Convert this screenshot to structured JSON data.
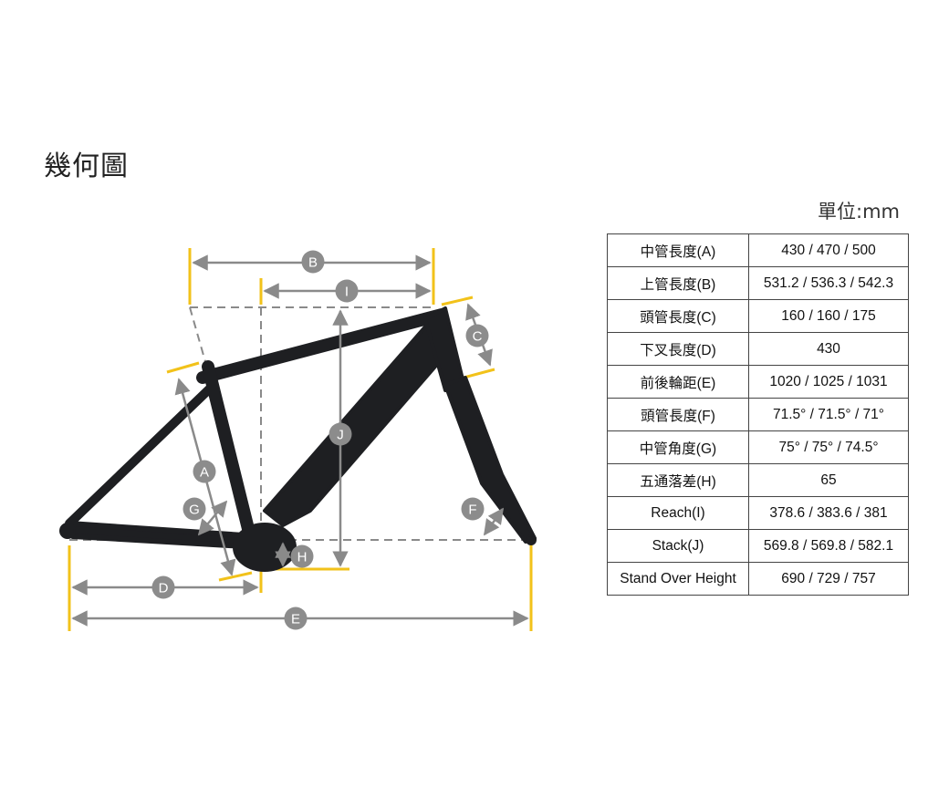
{
  "title": "幾何圖",
  "unit": "單位:mm",
  "colors": {
    "frame": "#1e1f22",
    "dimension_line": "#8a8a8a",
    "highlight": "#f2c21a",
    "badge": "#8c8c8c"
  },
  "diagram_labels": {
    "A": "A",
    "B": "B",
    "C": "C",
    "D": "D",
    "E": "E",
    "F": "F",
    "G": "G",
    "H": "H",
    "I": "I",
    "J": "J"
  },
  "table": {
    "rows": [
      {
        "label": "中管長度(A)",
        "value": "430 / 470 / 500"
      },
      {
        "label": "上管長度(B)",
        "value": "531.2 / 536.3 / 542.3"
      },
      {
        "label": "頭管長度(C)",
        "value": "160 / 160 / 175"
      },
      {
        "label": "下叉長度(D)",
        "value": "430"
      },
      {
        "label": "前後輪距(E)",
        "value": "1020 / 1025 / 1031"
      },
      {
        "label": "頭管長度(F)",
        "value": "71.5° / 71.5° / 71°"
      },
      {
        "label": "中管角度(G)",
        "value": "75° / 75° / 74.5°"
      },
      {
        "label": "五通落差(H)",
        "value": "65"
      },
      {
        "label": "Reach(I)",
        "value": "378.6 / 383.6 / 381"
      },
      {
        "label": "Stack(J)",
        "value": "569.8 / 569.8 / 582.1"
      },
      {
        "label": "Stand Over Height",
        "value": "690 / 729 / 757"
      }
    ]
  }
}
